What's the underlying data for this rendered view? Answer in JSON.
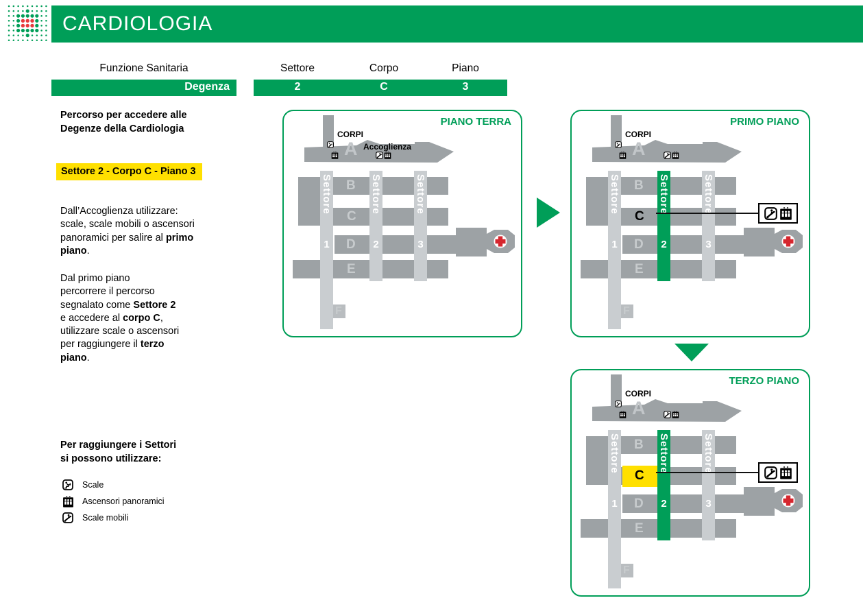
{
  "header": {
    "title": "CARDIOLOGIA"
  },
  "info_table": {
    "funzione_header": "Funzione Sanitaria",
    "funzione_value": "Degenza",
    "settore_header": "Settore",
    "settore_value": "2",
    "corpo_header": "Corpo",
    "corpo_value": "C",
    "piano_header": "Piano",
    "piano_value": "3"
  },
  "sidebar": {
    "intro": "Percorso per accedere alle\nDegenze della Cardiologia",
    "highlight": "Settore 2 - Corpo C - Piano 3",
    "para1": [
      {
        "t": "Dall’Accoglienza utilizzare:\nscale, scale mobili o ascensori\npanoramici per salire al ",
        "b": false
      },
      {
        "t": "primo\npiano",
        "b": true
      },
      {
        "t": ".",
        "b": false
      }
    ],
    "para2": [
      {
        "t": "Dal primo piano\npercorrere il percorso\nsegnalato come ",
        "b": false
      },
      {
        "t": "Settore 2",
        "b": true
      },
      {
        "t": "\ne accedere al ",
        "b": false
      },
      {
        "t": "corpo C",
        "b": true
      },
      {
        "t": ",\nutilizzare scale o ascensori\nper raggiungere il ",
        "b": false
      },
      {
        "t": "terzo\npiano",
        "b": true
      },
      {
        "t": ".",
        "b": false
      }
    ],
    "legend_title": "Per raggiungere i Settori\nsi possono utilizzare:",
    "legend": [
      {
        "icon": "stairs",
        "label": "Scale"
      },
      {
        "icon": "panoramic-elevator",
        "label": "Ascensori panoramici"
      },
      {
        "icon": "escalator",
        "label": "Scale mobili"
      }
    ]
  },
  "plan_common": {
    "corpi_label": "CORPI",
    "accoglienza_label": "Accoglienza",
    "corpo_letters": [
      "A",
      "B",
      "C",
      "D",
      "E",
      "F"
    ],
    "sector_word": "Settore",
    "sector_numbers": [
      "1",
      "2",
      "3"
    ]
  },
  "plans": [
    {
      "id": "piano-terra",
      "title": "PIANO TERRA",
      "show_accoglienza": true,
      "highlight_settore2": false,
      "c_variant": "normal",
      "show_callout": false
    },
    {
      "id": "primo-piano",
      "title": "PRIMO PIANO",
      "show_accoglienza": false,
      "highlight_settore2": true,
      "c_variant": "black",
      "show_callout": true
    },
    {
      "id": "terzo-piano",
      "title": "TERZO PIANO",
      "show_accoglienza": false,
      "highlight_settore2": true,
      "c_variant": "yellow",
      "show_callout": true
    }
  ],
  "colors": {
    "green": "#009E58",
    "light_gray": "#C9CDD0",
    "dark_gray": "#9DA2A5",
    "letter_gray": "#C7CBCD",
    "yellow": "#FFE000",
    "red_cross": "#D6262E",
    "logo_red": "#E8393D"
  }
}
